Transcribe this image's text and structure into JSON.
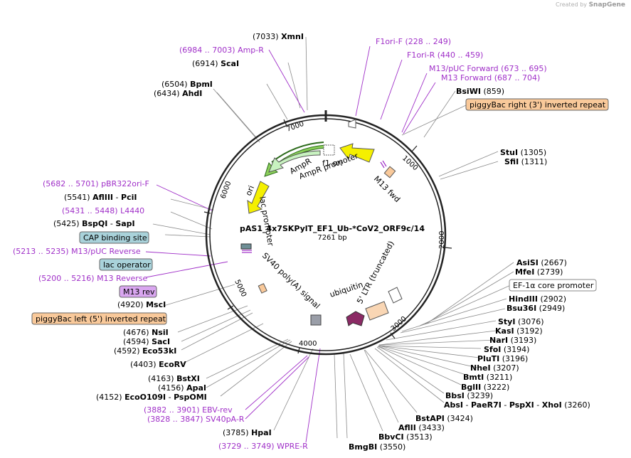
{
  "watermark": {
    "prefix": "Created by",
    "brand": "SnapGene"
  },
  "plasmid": {
    "name": "pAS1_4x7SKPylT_EF1_Ub-*CoV2_ORF9c/14",
    "size": "7261 bp"
  },
  "colors": {
    "enzyme": "#000000",
    "primer": "#a030c8",
    "orange_box": "#f9c99a",
    "teal_box": "#a9d2da",
    "purple_box": "#d9a6f0",
    "white_box": "#ffffff"
  },
  "ticks": [
    "1000",
    "2000",
    "3000",
    "4000",
    "5000",
    "6000",
    "7000"
  ],
  "features": [
    "f1 ori",
    "AmpR promoter",
    "AmpR",
    "ori",
    "lac promoter",
    "M13 fwd",
    "SV40 poly(A) signal",
    "ubiquitin",
    "5' LTR (truncated)"
  ],
  "labels": {
    "xmni": {
      "pos": "(7033)",
      "name": "XmnI"
    },
    "ampr_primer": {
      "pos": "(6984 .. 7003)",
      "name": "Amp-R"
    },
    "scai": {
      "pos": "(6914)",
      "name": "ScaI"
    },
    "bpmi": {
      "pos": "(6504)",
      "name": "BpmI"
    },
    "ahdi": {
      "pos": "(6434)",
      "name": "AhdI"
    },
    "pbr_primer": {
      "pos": "(5682 .. 5701)",
      "name": "pBR322ori-F"
    },
    "afliii_pcii": {
      "pos": "(5541)",
      "name1": "AflIII",
      "sep": "-",
      "name2": "PciI"
    },
    "l4440": {
      "pos": "(5431 .. 5448)",
      "name": "L4440"
    },
    "bspqi": {
      "pos": "(5425)",
      "name1": "BspQI",
      "sep": "-",
      "name2": "SapI"
    },
    "cap_box": {
      "name": "CAP binding site"
    },
    "m13puc_rev": {
      "pos": "(5213 .. 5235)",
      "name": "M13/pUC Reverse"
    },
    "lac_box": {
      "name": "lac operator"
    },
    "m13_rev_primer": {
      "pos": "(5200 .. 5216)",
      "name": "M13 Reverse"
    },
    "m13rev_box": {
      "name": "M13 rev"
    },
    "msci": {
      "pos": "(4920)",
      "name": "MscI"
    },
    "pb_left_box": {
      "name": "piggyBac left (5') inverted repeat"
    },
    "nsii": {
      "pos": "(4676)",
      "name": "NsiI"
    },
    "saci": {
      "pos": "(4594)",
      "name": "SacI"
    },
    "eco53ki": {
      "pos": "(4592)",
      "name": "Eco53kI"
    },
    "ecorv": {
      "pos": "(4403)",
      "name": "EcoRV"
    },
    "bstxi": {
      "pos": "(4163)",
      "name": "BstXI"
    },
    "apai": {
      "pos": "(4156)",
      "name": "ApaI"
    },
    "eco109": {
      "pos": "(4152)",
      "name1": "EcoO109I",
      "sep": "-",
      "name2": "PspOMI"
    },
    "ebv_primer": {
      "pos": "(3882 .. 3901)",
      "name": "EBV-rev"
    },
    "sv40_primer": {
      "pos": "(3828 .. 3847)",
      "name": "SV40pA-R"
    },
    "hpai": {
      "pos": "(3785)",
      "name": "HpaI"
    },
    "wpre_primer": {
      "pos": "(3729 .. 3749)",
      "name": "WPRE-R"
    },
    "bmgbi": {
      "name": "BmgBI",
      "pos": "(3550)"
    },
    "bbvci": {
      "name": "BbvCI",
      "pos": "(3513)"
    },
    "afliii2": {
      "name": "AflII",
      "pos": "(3433)"
    },
    "bstapi": {
      "name": "BstAPI",
      "pos": "(3424)"
    },
    "absi": {
      "name1": "AbsI",
      "sep": "-",
      "name2": "PaeR7I",
      "sep2": "-",
      "name3": "PspXI",
      "sep3": "-",
      "name4": "XhoI",
      "pos": "(3260)"
    },
    "bbsi": {
      "name": "BbsI",
      "pos": "(3239)"
    },
    "bglii": {
      "name": "BglII",
      "pos": "(3222)"
    },
    "bmti": {
      "name": "BmtI",
      "pos": "(3211)"
    },
    "nhei": {
      "name": "NheI",
      "pos": "(3207)"
    },
    "plutI": {
      "name": "PluTI",
      "pos": "(3196)"
    },
    "sfoi": {
      "name": "SfoI",
      "pos": "(3194)"
    },
    "nari": {
      "name": "NarI",
      "pos": "(3193)"
    },
    "kasi": {
      "name": "KasI",
      "pos": "(3192)"
    },
    "styi": {
      "name": "StyI",
      "pos": "(3076)"
    },
    "bsu36i": {
      "name": "Bsu36I",
      "pos": "(2949)"
    },
    "hindiii": {
      "name": "HindIII",
      "pos": "(2902)"
    },
    "ef1a_box": {
      "name": "EF-1α core promoter"
    },
    "mfei": {
      "name": "MfeI",
      "pos": "(2739)"
    },
    "asisi": {
      "name": "AsiSI",
      "pos": "(2667)"
    },
    "sfii": {
      "name": "SfiI",
      "pos": "(1311)"
    },
    "stui": {
      "name": "StuI",
      "pos": "(1305)"
    },
    "pb_right_box": {
      "name": "piggyBac right (3') inverted repeat"
    },
    "bswi": {
      "name": "BsiWI",
      "pos": "(859)"
    },
    "m13fwd_primer": {
      "name": "M13 Forward",
      "pos": "(687 .. 704)"
    },
    "m13puc_fwd": {
      "name": "M13/pUC Forward",
      "pos": "(673 .. 695)"
    },
    "f1ori_r": {
      "name": "F1ori-R",
      "pos": "(440 .. 459)"
    },
    "f1ori_f": {
      "name": "F1ori-F",
      "pos": "(228 .. 249)"
    }
  }
}
